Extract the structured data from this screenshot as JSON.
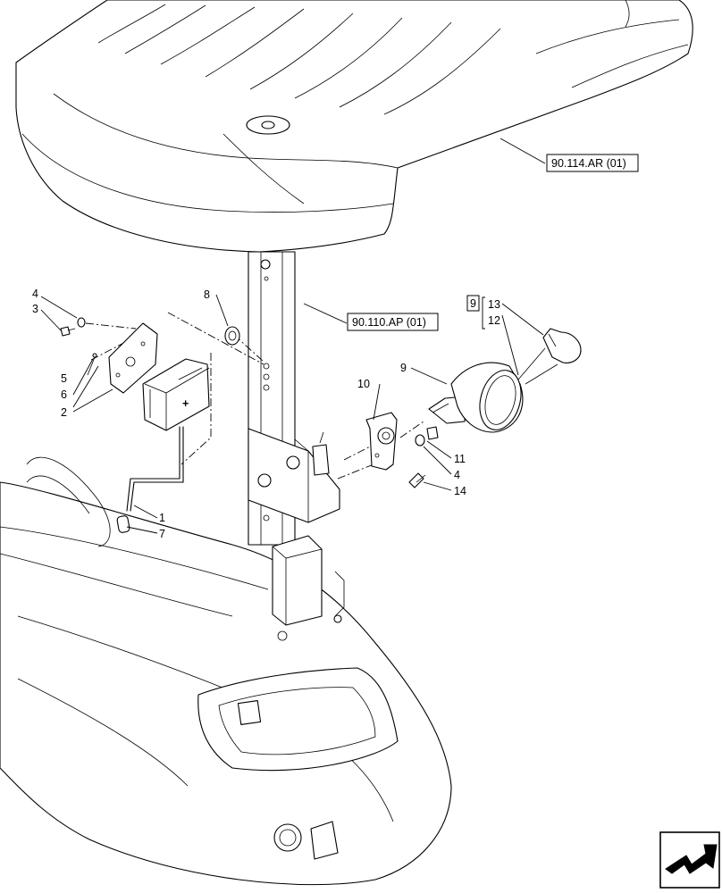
{
  "references": [
    {
      "id": "ref-90-114",
      "text": "90.114.AR (01)"
    },
    {
      "id": "ref-90-110",
      "text": "90.110.AP (01)"
    }
  ],
  "callouts": {
    "c1": "1",
    "c2": "2",
    "c3": "3",
    "c4a": "4",
    "c4b": "4",
    "c5": "5",
    "c6": "6",
    "c7": "7",
    "c8": "8",
    "c9": "9",
    "c10": "10",
    "c11": "11",
    "c12": "12",
    "c13": "13",
    "c14": "14"
  },
  "bracket_label": "9",
  "lamp_marks": {
    "plus": "+"
  },
  "icons": {
    "corner": "navigation-arrow-icon"
  }
}
